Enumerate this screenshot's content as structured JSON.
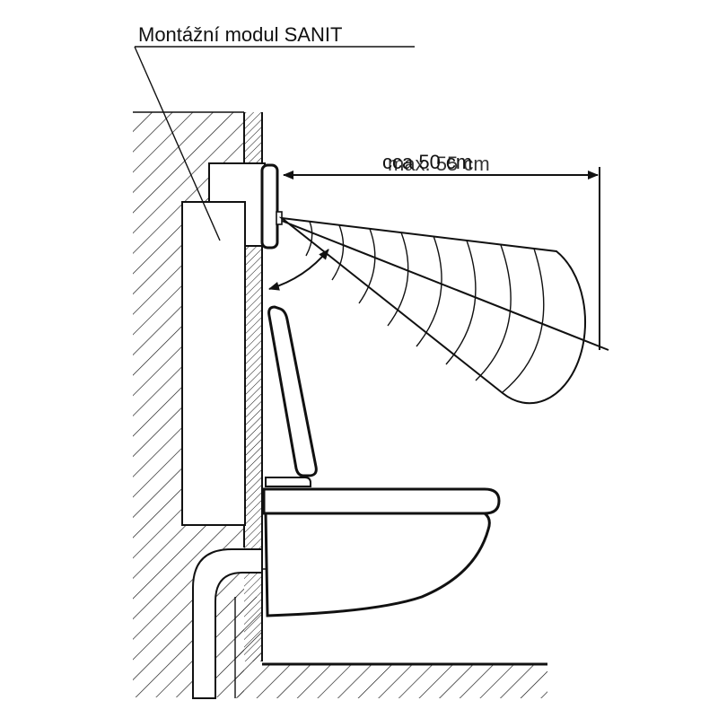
{
  "labels": {
    "module": "Montážní modul SANIT",
    "distance_approx": "cca 50 cm",
    "distance_max": "max. 55 cm"
  },
  "colors": {
    "line": "#111111",
    "background": "#ffffff"
  }
}
